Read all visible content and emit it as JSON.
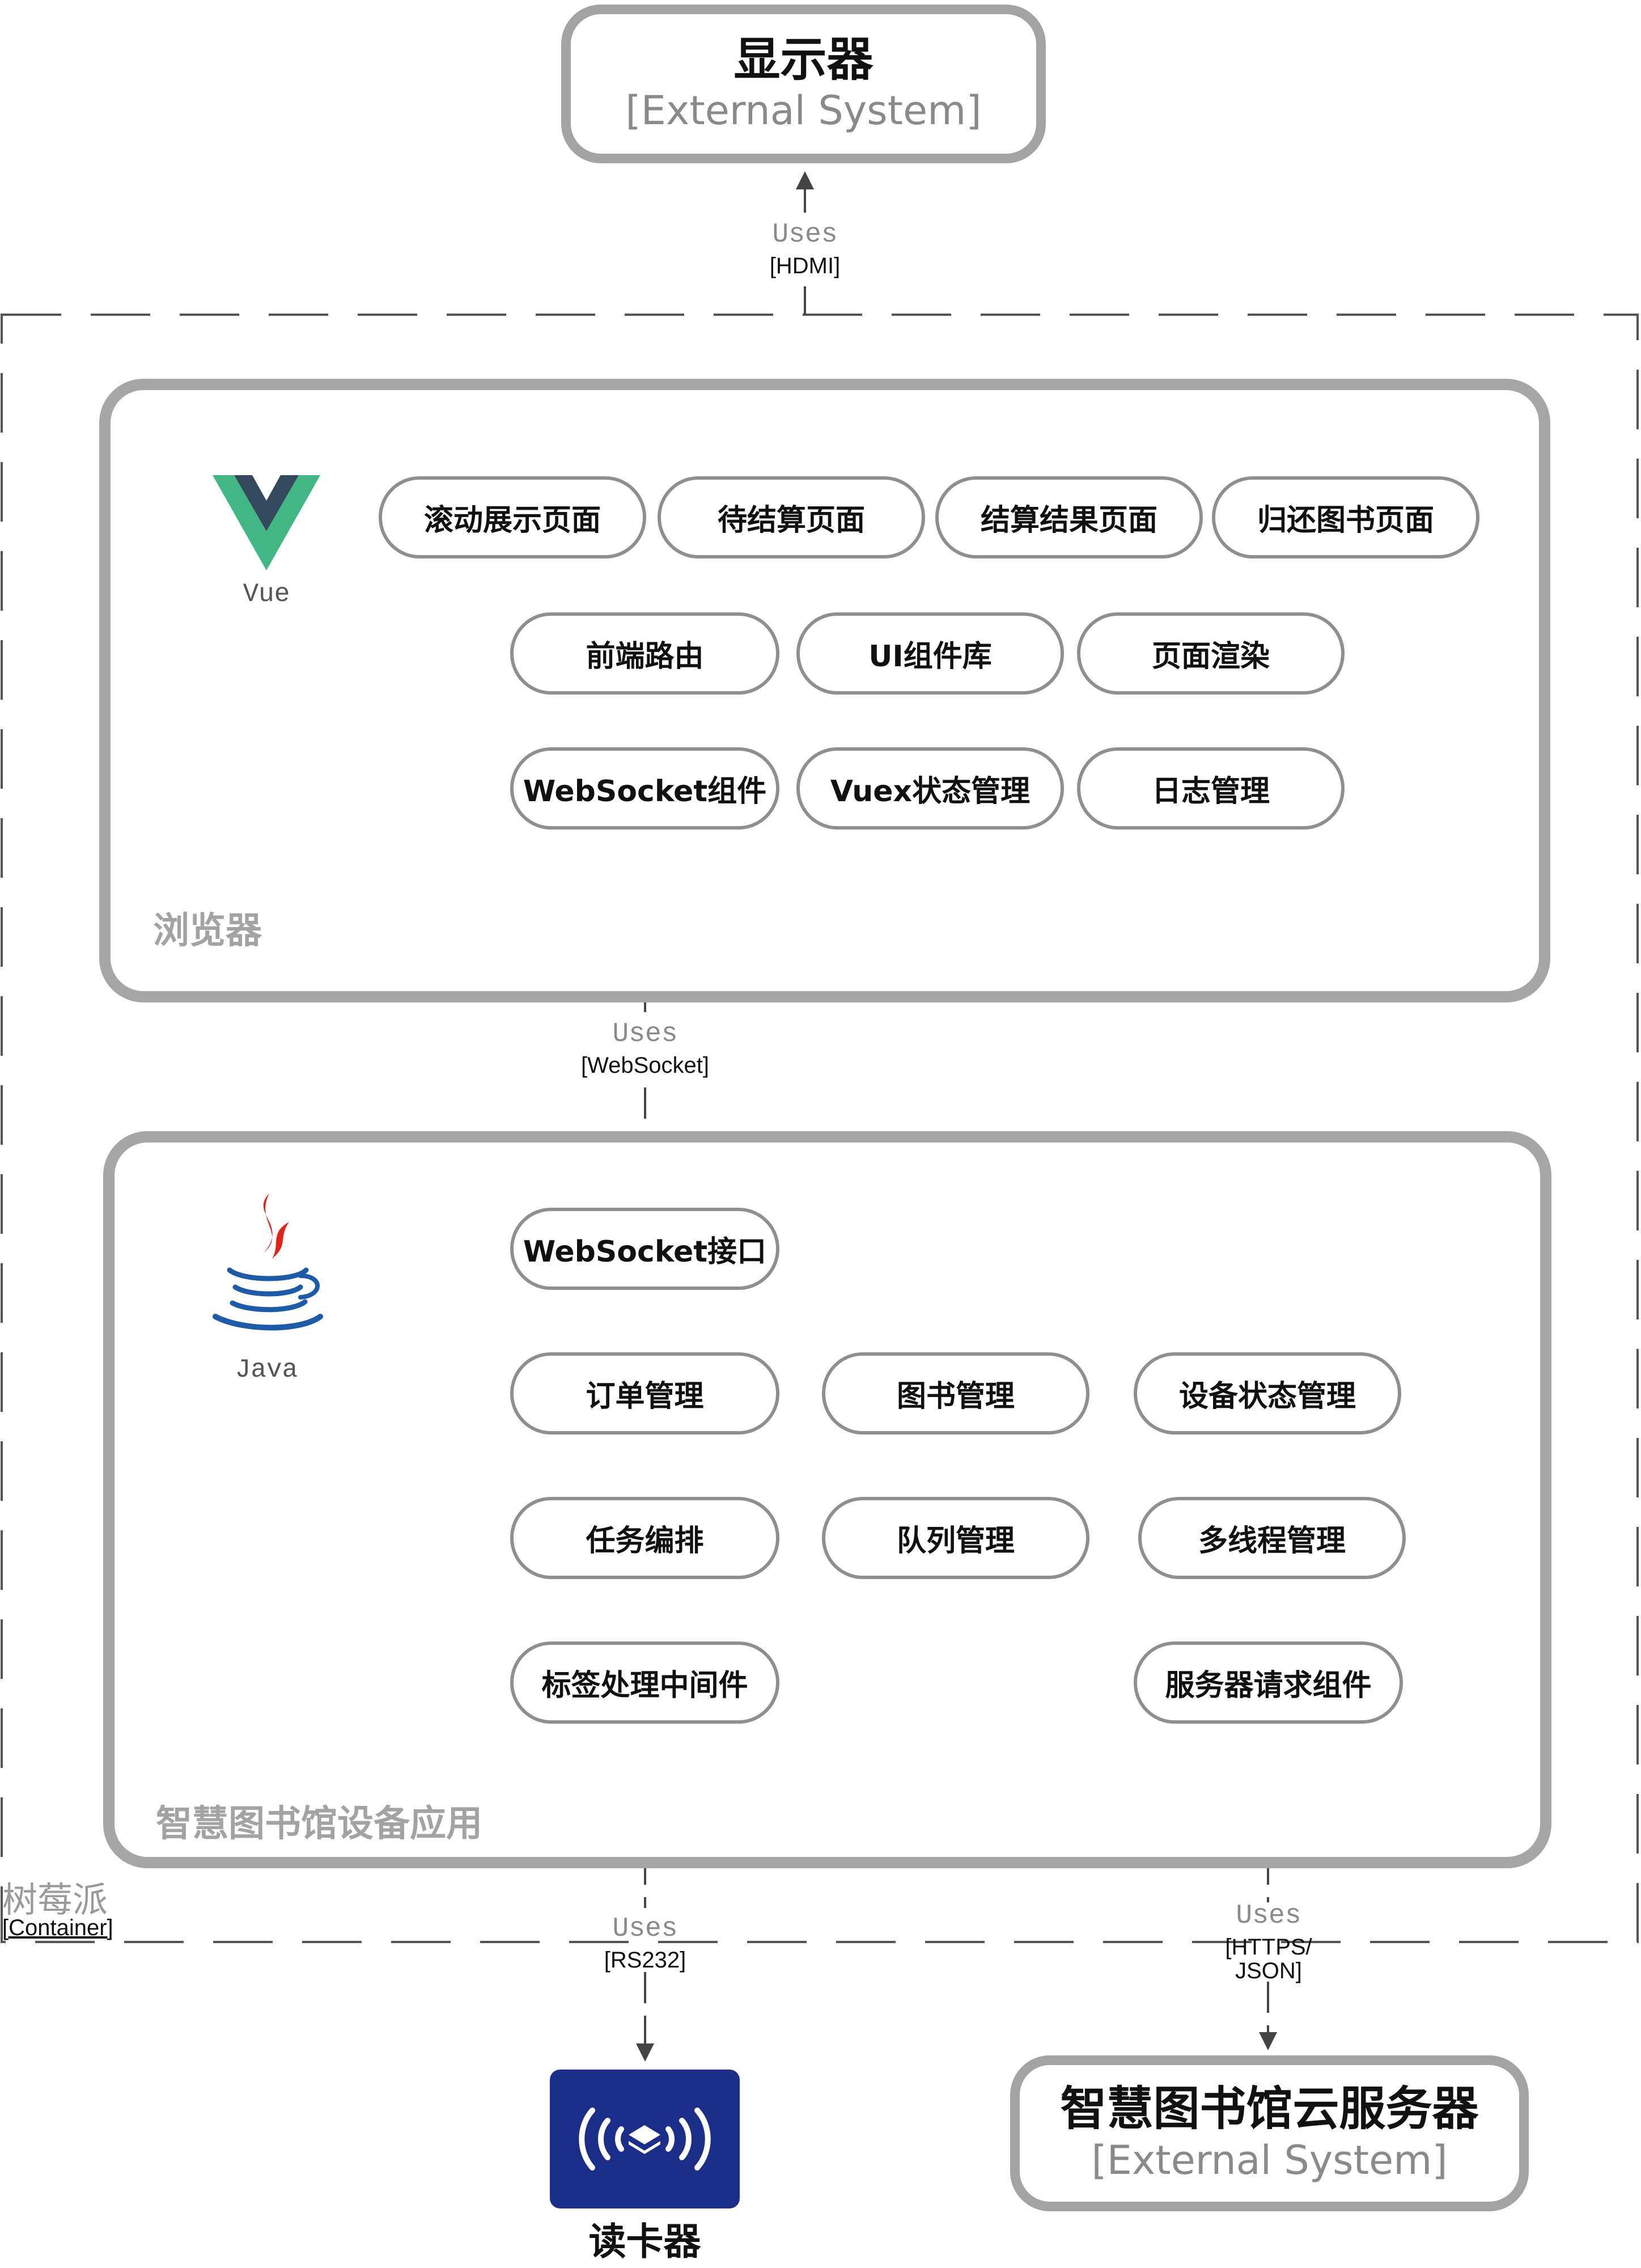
{
  "display": {
    "title": "显示器",
    "subtitle": "[External System]"
  },
  "cloud_server": {
    "title": "智慧图书馆云服务器",
    "subtitle": "[External System]"
  },
  "card_reader": {
    "label": "读卡器"
  },
  "raspberry_pi": {
    "name": "树莓派",
    "type": "[Container]"
  },
  "browser": {
    "caption": "浏览器",
    "framework_label": "Vue",
    "layers": [
      {
        "items": [
          "滚动展示页面",
          "待结算页面",
          "结算结果页面",
          "归还图书页面"
        ]
      },
      {
        "items": [
          "前端路由",
          "UI组件库",
          "页面渲染"
        ]
      },
      {
        "items": [
          "WebSocket组件",
          "Vuex状态管理",
          "日志管理"
        ]
      }
    ]
  },
  "device_app": {
    "caption": "智慧图书馆设备应用",
    "framework_label": "Java",
    "layers": [
      {
        "items": [
          "WebSocket接口"
        ]
      },
      {
        "items": [
          "订单管理",
          "图书管理",
          "设备状态管理"
        ]
      },
      {
        "items": [
          "任务编排",
          "队列管理",
          "多线程管理"
        ]
      },
      {
        "items": [
          "标签处理中间件",
          "服务器请求组件"
        ]
      }
    ]
  },
  "relations": [
    {
      "uses": "Uses",
      "tech": "[HDMI]"
    },
    {
      "uses": "Uses",
      "tech": "[WebSocket]"
    },
    {
      "uses": "Uses",
      "tech": "[RS232]"
    },
    {
      "uses": "Uses",
      "tech_lines": [
        "[HTTPS/",
        "JSON]"
      ]
    }
  ],
  "colors": {
    "vue_dash": "#52b83e",
    "java_dash": "#4a9de0",
    "box_border": "#a6a6a6",
    "reader_bg": "#1b2f8a"
  }
}
